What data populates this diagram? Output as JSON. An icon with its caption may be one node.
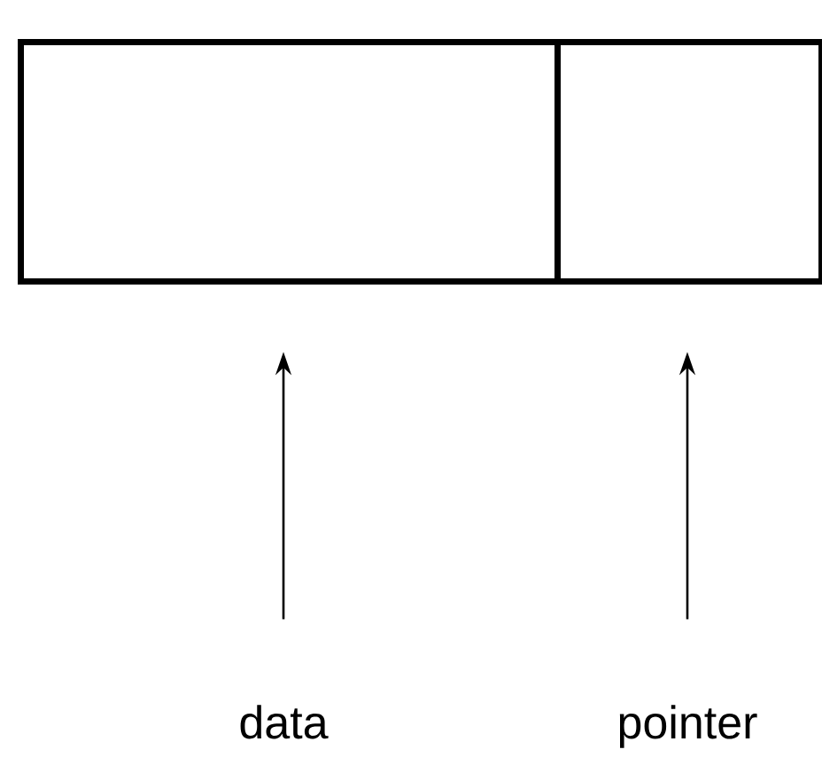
{
  "diagram": {
    "nodes": [
      {
        "text": [],
        "shape": "box"
      },
      {
        "text": [],
        "shape": "box"
      },
      {
        "text": [
          "data"
        ]
      },
      {
        "text": [
          "pointer"
        ]
      }
    ],
    "edges": [
      {
        "from": 2,
        "to": 0,
        "arrow": "to"
      },
      {
        "from": 3,
        "to": 1,
        "arrow": "to"
      }
    ]
  }
}
